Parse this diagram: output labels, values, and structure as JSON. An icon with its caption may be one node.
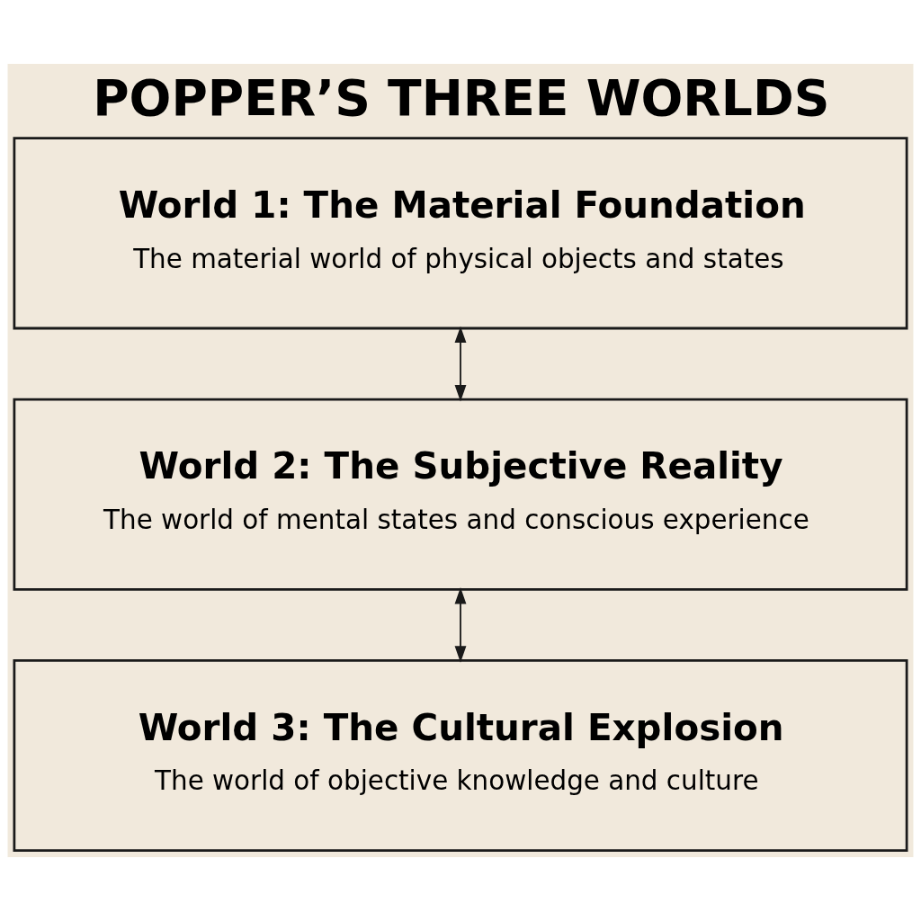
{
  "diagram": {
    "title": "POPPER’S THREE WORLDS",
    "nodes": [
      {
        "text": [
          "World 1: The Material Foundation",
          "The material world of physical objects and states"
        ]
      },
      {
        "text": [
          "World 2: The Subjective Reality",
          "The world of mental states and conscious experience"
        ]
      },
      {
        "text": [
          "World 3: The Cultural Explosion",
          "The world of objective knowledge and culture"
        ]
      }
    ],
    "edges": [
      {
        "from": 0,
        "to": 1,
        "arrow": "both"
      },
      {
        "from": 1,
        "to": 2,
        "arrow": "both"
      }
    ]
  }
}
